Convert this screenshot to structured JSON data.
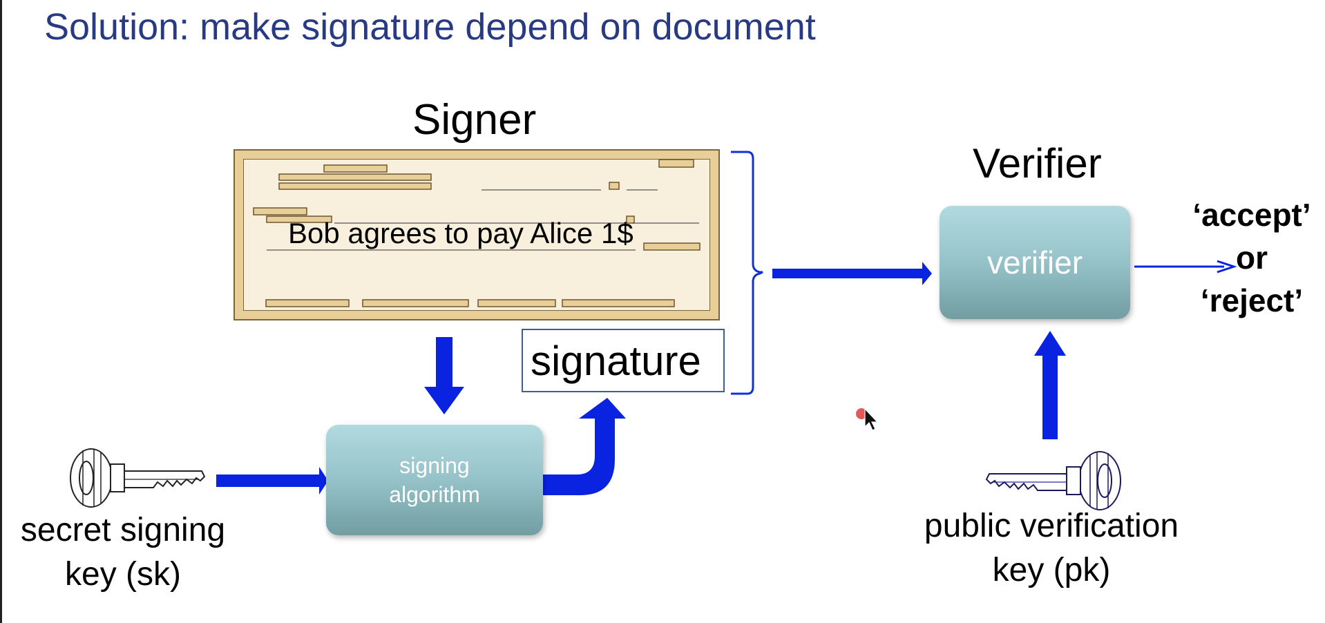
{
  "title": "Solution:  make signature depend on document",
  "signer_label": "Signer",
  "verifier_label": "Verifier",
  "document_text": "Bob agrees to pay Alice 1$",
  "signature_label": "signature",
  "signing_algorithm_label": "signing\nalgorithm",
  "verifier_box_label": "verifier",
  "output": {
    "accept": "‘accept’",
    "or": "or",
    "reject": "‘reject’"
  },
  "secret_key": {
    "line1": "secret signing",
    "line2": "key  (sk)"
  },
  "public_key": {
    "line1": "public verification",
    "line2": "key  (pk)"
  },
  "icons": [
    "key-icon",
    "key-icon",
    "cursor-icon"
  ],
  "colors": {
    "title": "#283a82",
    "arrow": "#0a23e0",
    "check_fill": "#e8cf98",
    "process_box": "#95c2c8"
  }
}
